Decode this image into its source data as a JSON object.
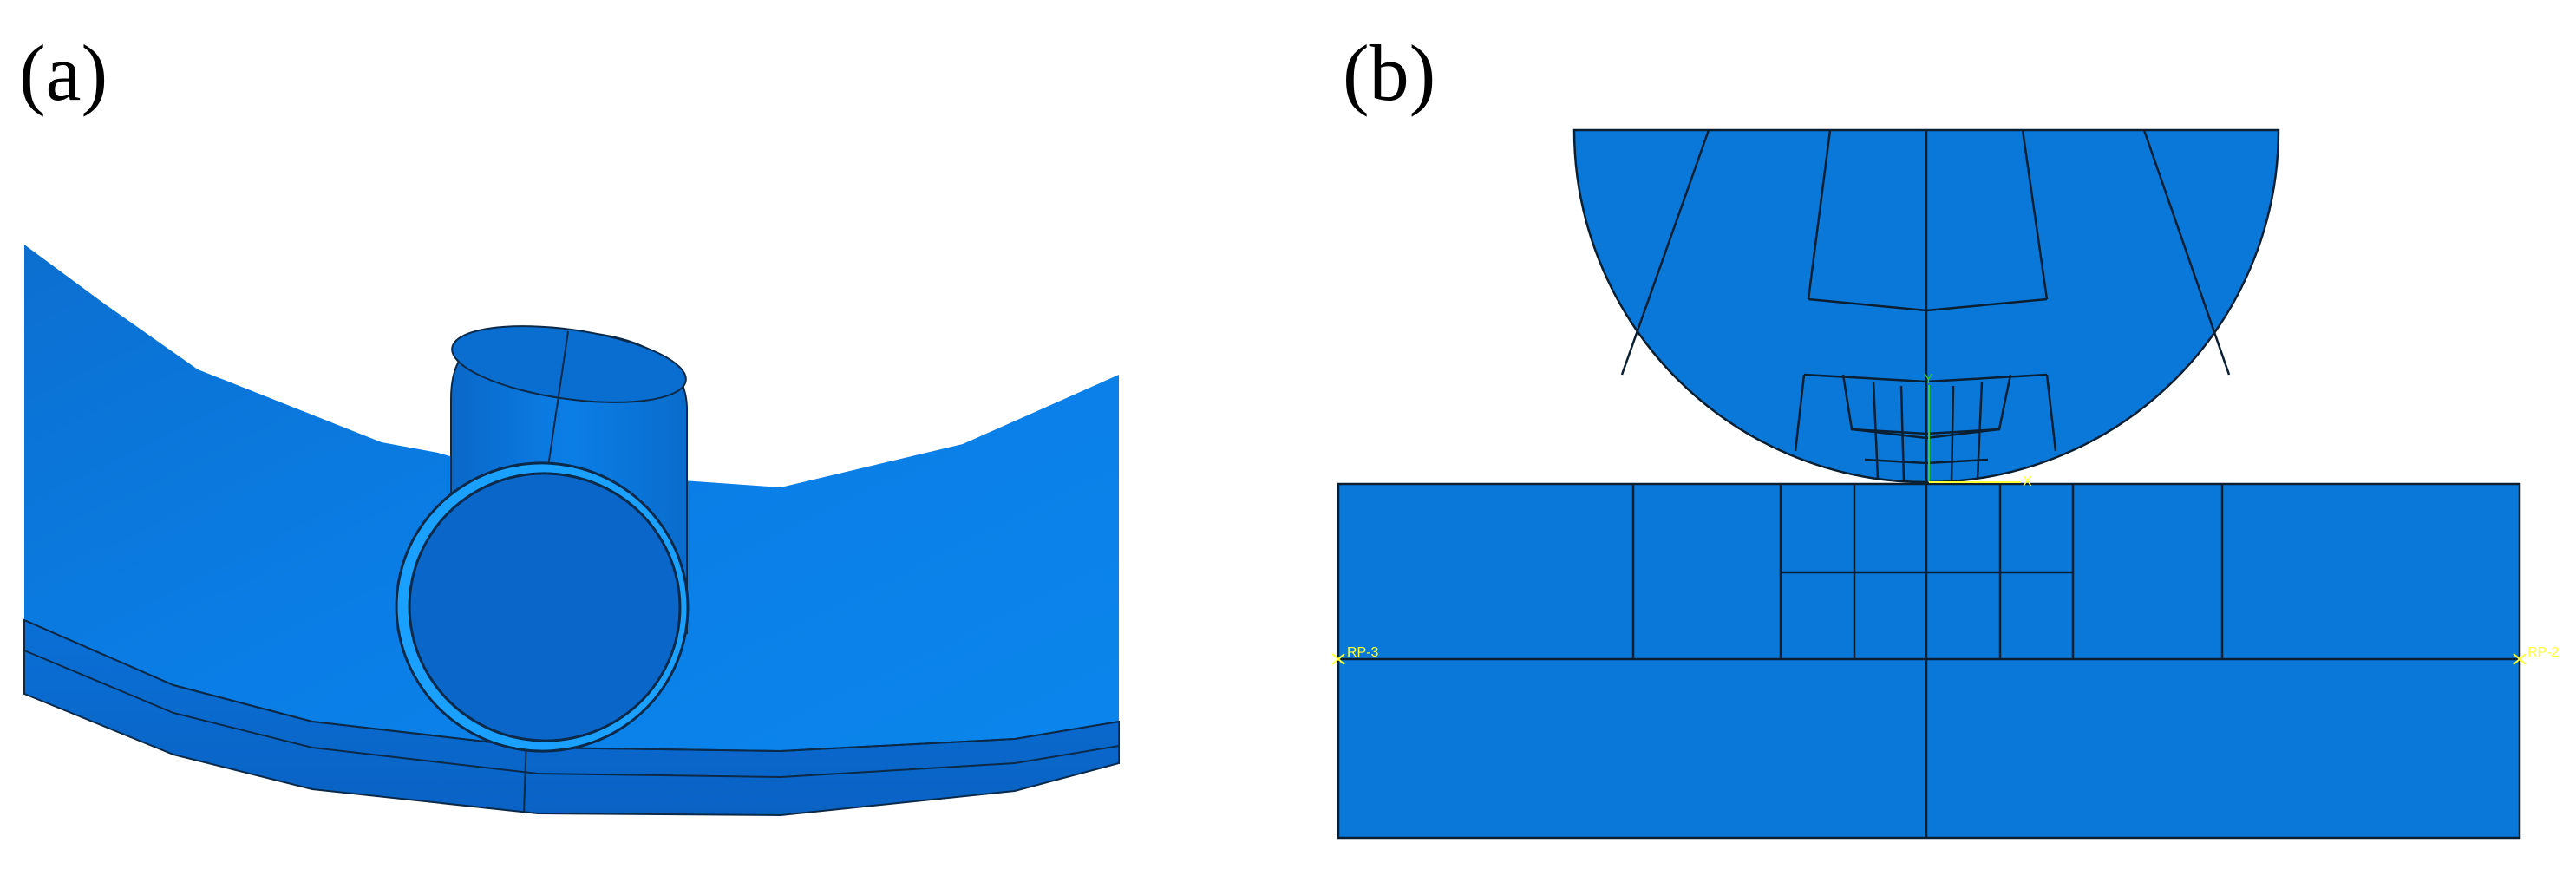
{
  "panels": {
    "a": {
      "label": "(a)"
    },
    "b": {
      "label": "(b)"
    }
  },
  "annotations": {
    "rp_left": "RP-3",
    "rp_right": "RP-2",
    "axis_y": "Y",
    "axis_x": "X"
  },
  "colors": {
    "mesh_fill": "#0a78d8",
    "mesh_fill_dark": "#0a62c0",
    "mesh_line": "#0b1f33",
    "annotation": "#ffff33",
    "axis_green": "#33cc33"
  }
}
